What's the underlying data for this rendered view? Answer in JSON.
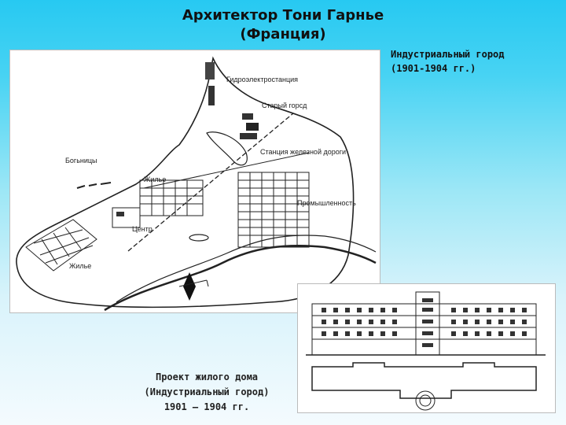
{
  "slide": {
    "title_line1": "Архитектор Тони Гарнье",
    "title_line2": "(Франция)",
    "subtitle_line1": "Индустриальный город",
    "subtitle_line2": "(1901-1904 гг.)",
    "caption_line1": "Проект жилого дома",
    "caption_line2": "(Индустриальный город)",
    "caption_line3": "1901 – 1904 гг."
  },
  "map": {
    "labels": {
      "hydro": "Гидроэлектростанция",
      "old_town": "Старый горсд",
      "station": "Станция железной дороги",
      "hospitals": "Богьницы",
      "housing_top": "Жилье",
      "industry": "Промышленность",
      "center": "Центр",
      "housing_bottom": "Жилье"
    }
  }
}
